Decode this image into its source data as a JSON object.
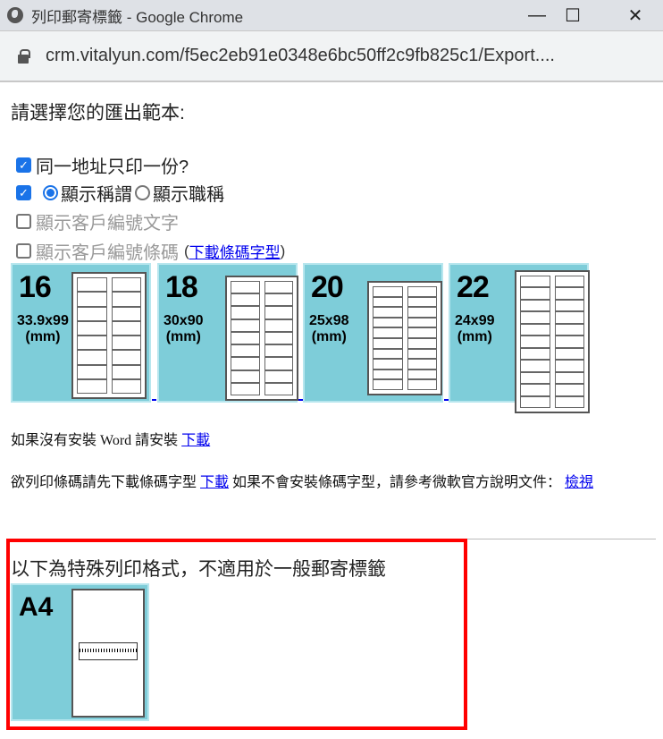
{
  "window": {
    "title": "列印郵寄標籤 - Google Chrome",
    "minimize": "—",
    "maximize": "☐",
    "close": "✕"
  },
  "address_bar": {
    "url": "crm.vitalyun.com/f5ec2eb91e0348e6bc50ff2c9fb825c1/Export...."
  },
  "page": {
    "heading": "請選擇您的匯出範本:",
    "options": {
      "same_address": {
        "label": "同一地址只印一份?",
        "checked": true
      },
      "show_title": {
        "checked": true,
        "radio_salutation": "顯示稱謂",
        "radio_jobtitle": "顯示職稱",
        "selected": "salutation"
      },
      "show_customer_no_text": {
        "label": "顯示客戶編號文字",
        "checked": false
      },
      "show_customer_no_barcode": {
        "label": "顯示客戶編號條碼",
        "checked": false,
        "link_open": "(",
        "link": "下載條碼字型",
        "link_close": ")"
      }
    },
    "templates": [
      {
        "count": "16",
        "size": "33.9x99",
        "unit": "(mm)",
        "rows": 8
      },
      {
        "count": "18",
        "size": "30x90",
        "unit": "(mm)",
        "rows": 9
      },
      {
        "count": "20",
        "size": "25x98",
        "unit": "(mm)",
        "rows": 10
      },
      {
        "count": "22",
        "size": "24x99",
        "unit": "(mm)",
        "rows": 11
      }
    ],
    "word_note": {
      "text": "如果沒有安裝 Word 請安裝 ",
      "link": "下載"
    },
    "barcode_note": {
      "text1": "欲列印條碼請先下載條碼字型 ",
      "link1": "下載",
      "text2": " 如果不會安裝條碼字型，請參考微軟官方說明文件： ",
      "link2": "檢視"
    },
    "special": {
      "heading": "以下為特殊列印格式，不適用於一般郵寄標籤",
      "template": "A4"
    }
  }
}
